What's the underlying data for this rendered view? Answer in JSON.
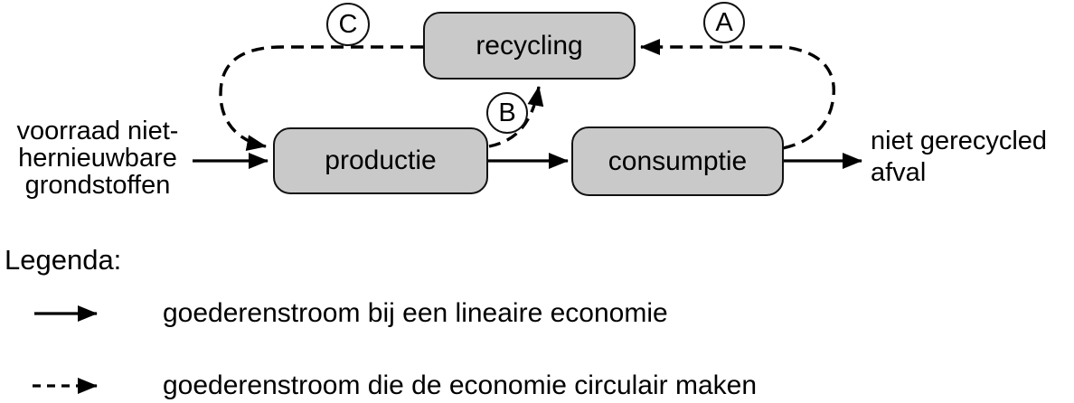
{
  "diagram": {
    "nodes": [
      {
        "id": "recycling",
        "label": "recycling"
      },
      {
        "id": "productie",
        "label": "productie"
      },
      {
        "id": "consumptie",
        "label": "consumptie"
      }
    ],
    "flow_labels": [
      {
        "id": "A",
        "label": "A"
      },
      {
        "id": "B",
        "label": "B"
      },
      {
        "id": "C",
        "label": "C"
      }
    ],
    "input_label": {
      "line1": "voorraad niet-",
      "line2": "hernieuwbare",
      "line3": "grondstoffen"
    },
    "output_label": {
      "line1": "niet gerecycled",
      "line2": "afval"
    }
  },
  "legend": {
    "title": "Legenda:",
    "items": [
      {
        "style": "solid",
        "label": "goederenstroom bij een lineaire economie"
      },
      {
        "style": "dashed",
        "label": "goederenstroom die de economie circulair maken"
      }
    ]
  },
  "colors": {
    "node_fill": "#c9c9c9",
    "stroke": "#000000",
    "background": "#ffffff"
  }
}
